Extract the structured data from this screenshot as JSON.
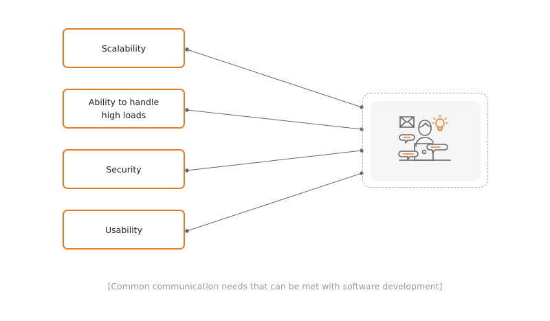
{
  "diagram": {
    "nodes": [
      {
        "label_line1": "Scalability",
        "label_line2": ""
      },
      {
        "label_line1": "Ability to handle",
        "label_line2": "high loads"
      },
      {
        "label_line1": "Security",
        "label_line2": ""
      },
      {
        "label_line1": "Usability",
        "label_line2": ""
      }
    ],
    "hub": {
      "icon": "developer-at-laptop-with-chat-bubbles-icon"
    },
    "colors": {
      "node_border": "#e07b27",
      "connector": "#666666",
      "icon_orange": "#e8822d",
      "icon_gray": "#666666"
    },
    "caption": "[Common communication needs that can be met with software development]"
  }
}
